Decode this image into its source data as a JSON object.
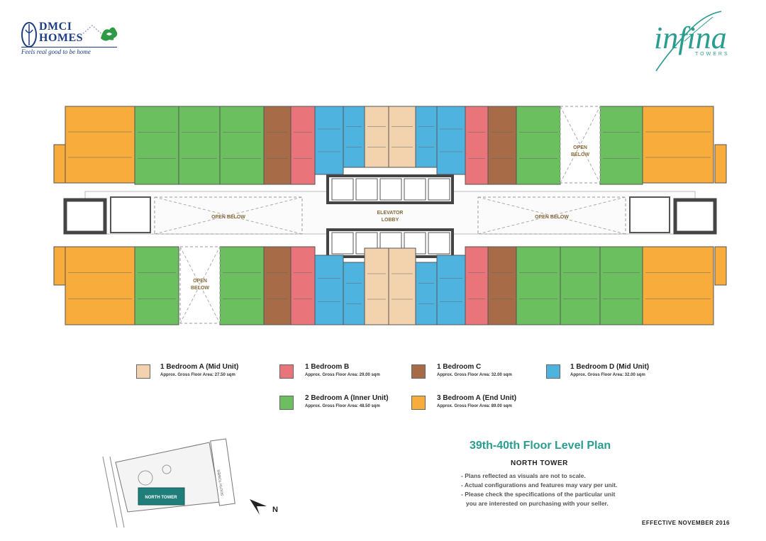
{
  "header": {
    "dmci_line1": "DMCI",
    "dmci_line2": "HOMES",
    "dmci_tagline": "Feels real good to be home",
    "infina_word": "infina",
    "infina_sub": "TOWERS"
  },
  "plan_labels": {
    "open_below": "OPEN BELOW",
    "open": "OPEN",
    "below": "BELOW",
    "elevator": "ELEVATOR",
    "lobby": "LOBBY"
  },
  "colors": {
    "1br_a": "#F2D3AE",
    "1br_b": "#E9757B",
    "1br_c": "#A86B48",
    "1br_d": "#4FB3E0",
    "2br_a": "#6CBF5E",
    "3br_a": "#F7AC3B"
  },
  "legend": [
    {
      "name": "1 Bedroom A (Mid Unit)",
      "area": "Approx. Gross Floor Area: 27.50 sqm"
    },
    {
      "name": "1 Bedroom B",
      "area": "Approx. Gross Floor Area: 29.00 sqm"
    },
    {
      "name": "1 Bedroom C",
      "area": "Approx. Gross Floor Area: 32.00 sqm"
    },
    {
      "name": "1 Bedroom D (Mid Unit)",
      "area": "Approx. Gross Floor Area: 32.00 sqm"
    },
    {
      "name": "2 Bedroom A (Inner Unit)",
      "area": "Approx. Gross Floor Area: 48.50 sqm"
    },
    {
      "name": "3 Bedroom A (End Unit)",
      "area": "Approx. Gross Floor Area: 89.00 sqm"
    }
  ],
  "info": {
    "title": "39th-40th Floor Level Plan",
    "tower": "NORTH TOWER",
    "notes": [
      "- Plans reflected as visuals are not to scale.",
      "- Actual configurations and features may vary per unit.",
      "- Please check the specifications of the particular unit",
      "you are interested on purchasing with your seller."
    ],
    "effective": "EFFECTIVE NOVEMBER 2016"
  },
  "site": {
    "north_tower": "NORTH TOWER",
    "south_tower": "SOUTH TOWER",
    "compass": "N"
  }
}
